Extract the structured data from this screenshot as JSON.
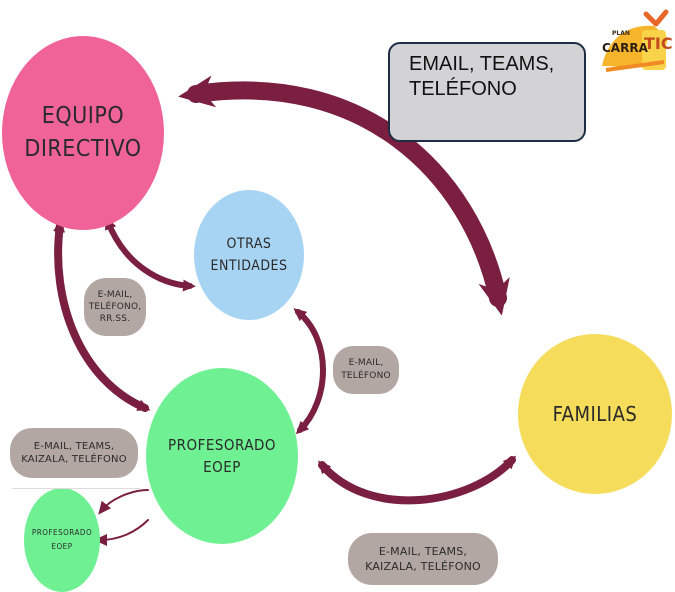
{
  "colors": {
    "arrow": "#7a1f3f",
    "equipo": "#f06399",
    "otras": "#a8d4f4",
    "profesorado": "#6ff093",
    "familias": "#f5dc5a",
    "pill": "#b3a7a4"
  },
  "nodes": {
    "equipo_directivo": "EQUIPO\nDIRECTIVO",
    "otras_entidades": "OTRAS\nENTIDADES",
    "profesorado_eoep": "PROFESORADO\nEOEP",
    "profesorado_eoep_small": "PROFESORADO\nEOEP",
    "familias": "FAMILIAS"
  },
  "labels": {
    "callout": "EMAIL, TEAMS,\nTELÉFONO",
    "pill_equipo_otras": "E-MAIL,\nTELÉFONO,\nRR.SS.",
    "pill_otras_profesorado": "E-MAIL,\nTELÉFONO",
    "pill_profesorado_left": "E-MAIL, TEAMS,\nKAIZALA, TELÉFONO",
    "pill_profesorado_familias": "E-MAIL, TEAMS,\nKAIZALA, TELÉFONO"
  },
  "logo": {
    "plan": "PLAN",
    "carra": "CARRA",
    "tic": "TIC"
  }
}
